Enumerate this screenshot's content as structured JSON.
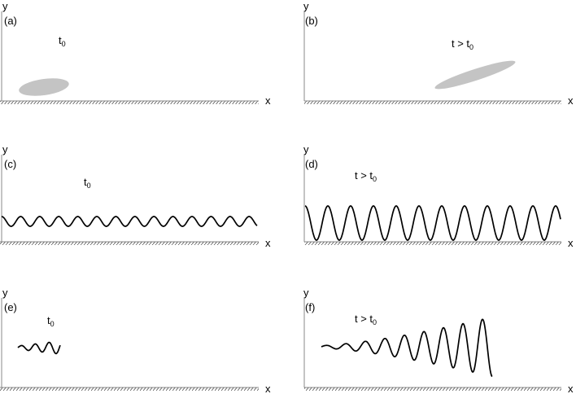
{
  "panels": [
    {
      "id": "a",
      "label": "(a)",
      "ylabel": "y",
      "xlabel": "x",
      "time_main": "t",
      "time_sub": "0"
    },
    {
      "id": "b",
      "label": "(b)",
      "ylabel": "y",
      "xlabel": "x",
      "time_main": "t > t",
      "time_sub": "0"
    },
    {
      "id": "c",
      "label": "(c)",
      "ylabel": "y",
      "xlabel": "x",
      "time_main": "t",
      "time_sub": "0"
    },
    {
      "id": "d",
      "label": "(d)",
      "ylabel": "y",
      "xlabel": "x",
      "time_main": "t > t",
      "time_sub": "0"
    },
    {
      "id": "e",
      "label": "(e)",
      "ylabel": "y",
      "xlabel": "x",
      "time_main": "t",
      "time_sub": "0"
    },
    {
      "id": "f",
      "label": "(f)",
      "ylabel": "y",
      "xlabel": "x",
      "time_main": "t > t",
      "time_sub": "0"
    }
  ]
}
